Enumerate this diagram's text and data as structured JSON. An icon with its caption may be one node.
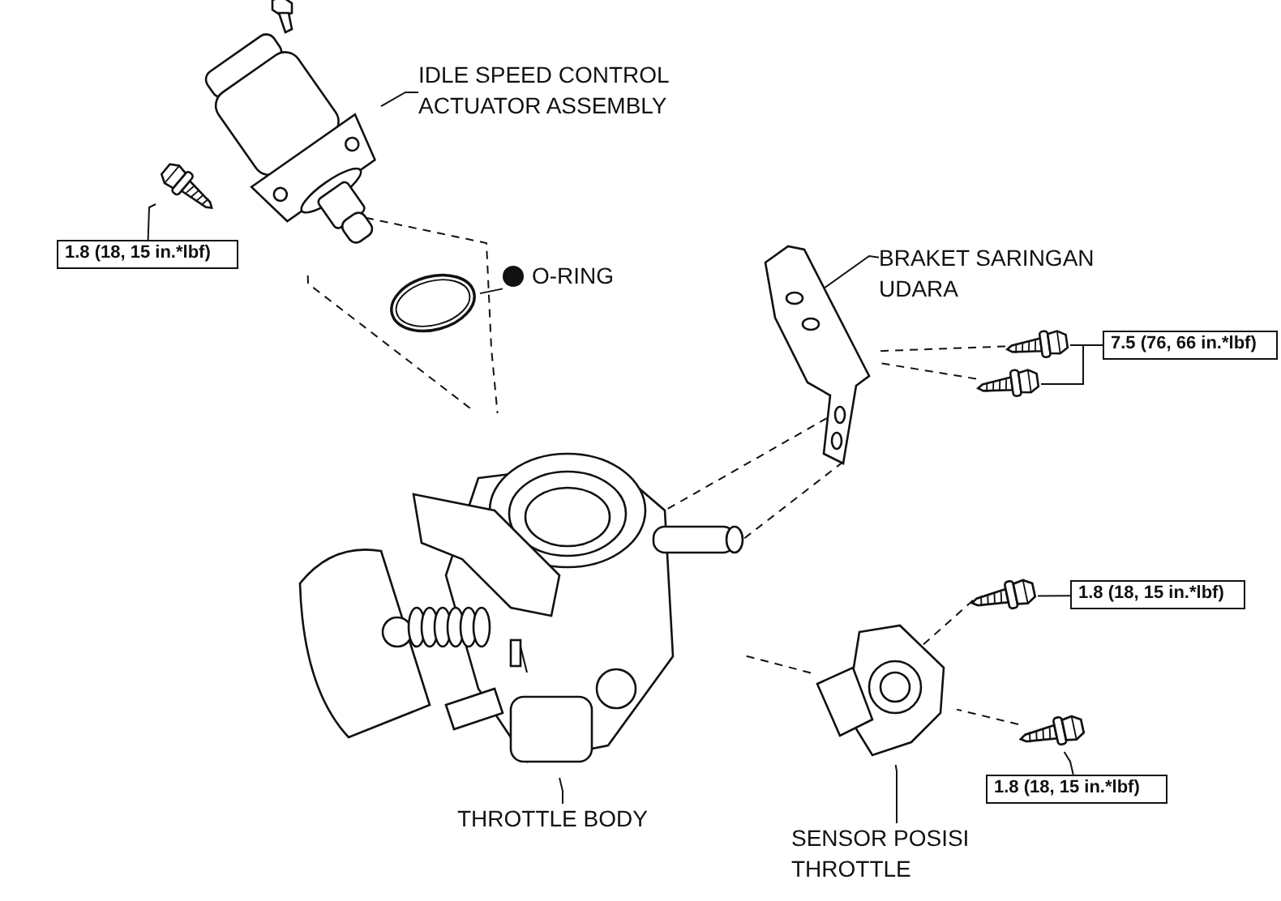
{
  "diagram": {
    "nodes": [
      {
        "text": [
          "IDLE SPEED CONTROL ACTUATOR ASSEMBLY"
        ]
      },
      {
        "text": [],
        "shape": "picture"
      },
      {
        "text": [
          "O-RING"
        ]
      },
      {
        "text": [],
        "shape": "picture"
      },
      {
        "text": [
          "BRAKET SARINGAN UDARA"
        ]
      },
      {
        "text": [],
        "shape": "picture"
      },
      {
        "text": [
          "7.5 (76, 66 in.*lbf)"
        ]
      },
      {
        "text": [],
        "shape": "picture"
      },
      {
        "text": [],
        "shape": "picture"
      },
      {
        "text": [
          "1.8 (18, 15 in.*lbf)"
        ]
      },
      {
        "text": [],
        "shape": "picture"
      },
      {
        "text": [
          "1.8 (18, 15 in.*lbf)"
        ]
      },
      {
        "text": [],
        "shape": "picture"
      },
      {
        "text": [
          "1.8 (18, 15 in.*lbf)"
        ]
      },
      {
        "text": [],
        "shape": "picture"
      },
      {
        "text": [
          "THROTTLE BODY"
        ]
      },
      {
        "text": [],
        "shape": "picture"
      },
      {
        "text": [
          "SENSOR POSISI THROTTLE"
        ]
      },
      {
        "text": [],
        "shape": "picture"
      }
    ],
    "edges": [
      {
        "from": 0,
        "to": 1,
        "arrow": "none"
      },
      {
        "from": 2,
        "to": 3,
        "arrow": "none"
      },
      {
        "from": 4,
        "to": 5,
        "arrow": "none"
      },
      {
        "from": 6,
        "to": 7,
        "arrow": "none"
      },
      {
        "from": 6,
        "to": 8,
        "arrow": "none"
      },
      {
        "from": 9,
        "to": 10,
        "arrow": "none"
      },
      {
        "from": 11,
        "to": 12,
        "arrow": "none"
      },
      {
        "from": 13,
        "to": 14,
        "arrow": "none"
      },
      {
        "from": 15,
        "to": 16,
        "arrow": "none"
      },
      {
        "from": 17,
        "to": 18,
        "arrow": "none"
      },
      {
        "from": 1,
        "to": 16,
        "arrow": "none",
        "style": "dashed"
      },
      {
        "from": 1,
        "to": 16,
        "arrow": "none",
        "style": "dashed"
      },
      {
        "from": 7,
        "to": 5,
        "arrow": "none",
        "style": "dashed"
      },
      {
        "from": 8,
        "to": 5,
        "arrow": "none",
        "style": "dashed"
      },
      {
        "from": 5,
        "to": 16,
        "arrow": "none",
        "style": "dashed"
      },
      {
        "from": 5,
        "to": 16,
        "arrow": "none",
        "style": "dashed"
      },
      {
        "from": 12,
        "to": 18,
        "arrow": "none",
        "style": "dashed"
      },
      {
        "from": 14,
        "to": 18,
        "arrow": "none",
        "style": "dashed"
      },
      {
        "from": 18,
        "to": 16,
        "arrow": "none",
        "style": "dashed"
      }
    ]
  }
}
